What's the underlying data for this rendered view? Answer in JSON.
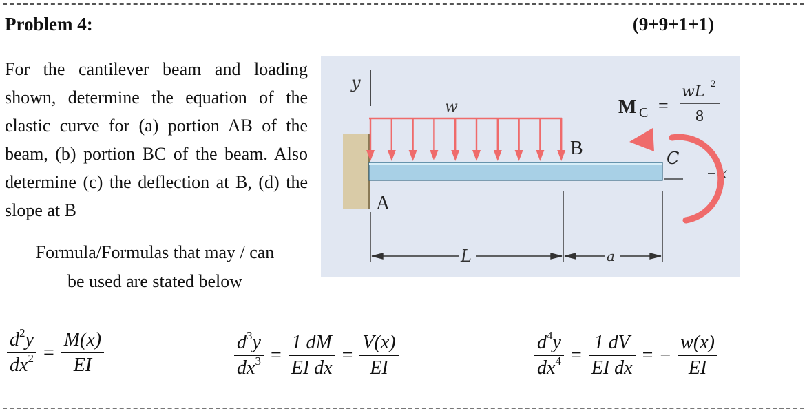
{
  "header": {
    "title": "Problem 4:",
    "points": "(9+9+1+1)"
  },
  "problem": {
    "text": "For the cantilever beam and loading shown, determine the equation of the elastic curve for (a) portion AB of the beam, (b) portion BC of the beam. Also determine (c) the deflection at B, (d) the slope at B"
  },
  "formula_note": {
    "line1": "Formula/Formulas that may / can",
    "line2": "be used are stated below"
  },
  "figure": {
    "y_label": "y",
    "w_label": "w",
    "point_a": "A",
    "point_b": "B",
    "point_c": "C",
    "x_label": "x",
    "length_l": "L",
    "length_a": "a",
    "moment_label": "M",
    "moment_sub": "C",
    "moment_num": "wL",
    "moment_exp": "2",
    "moment_den": "8",
    "colors": {
      "panel": "#e1e7f2",
      "beam": "#a8d0e6",
      "load": "#ef6b6b",
      "wall": "#d9cba7"
    }
  },
  "equations": {
    "eq1": {
      "lhs_num": "d",
      "lhs_num_exp": "2",
      "lhs_num_var": "y",
      "lhs_den": "dx",
      "lhs_den_exp": "2",
      "rhs_num": "M(x)",
      "rhs_den": "EI"
    },
    "eq2": {
      "lhs_num": "d",
      "lhs_num_exp": "3",
      "lhs_num_var": "y",
      "lhs_den": "dx",
      "lhs_den_exp": "3",
      "mid_num": "1 dM",
      "mid_den": "EI dx",
      "rhs_num": "V(x)",
      "rhs_den": "EI"
    },
    "eq3": {
      "lhs_num": "d",
      "lhs_num_exp": "4",
      "lhs_num_var": "y",
      "lhs_den": "dx",
      "lhs_den_exp": "4",
      "mid_num": "1 dV",
      "mid_den": "EI dx",
      "rhs_sign": "−",
      "rhs_num": "w(x)",
      "rhs_den": "EI"
    }
  }
}
